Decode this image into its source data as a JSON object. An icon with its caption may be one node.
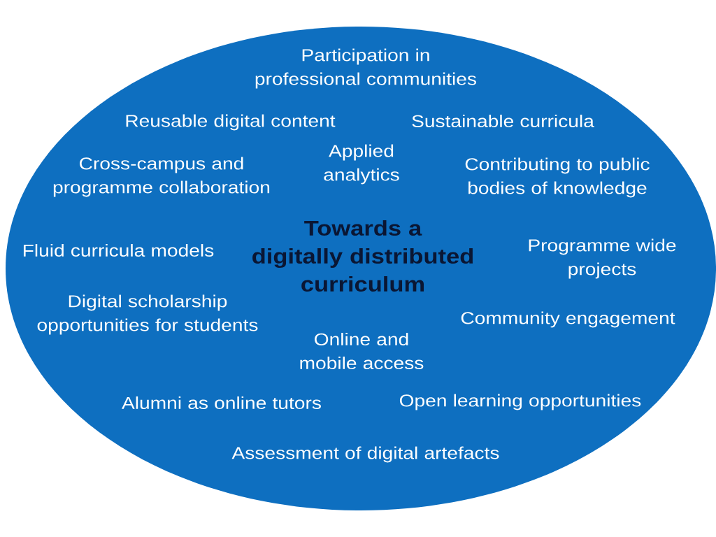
{
  "diagram": {
    "nodes": [
      {
        "text": [
          "Towards a digitally distributed curriculum",
          "Participation in professional communities",
          "Reusable digital content",
          "Sustainable curricula",
          "Applied analytics",
          "Cross-campus and programme collaboration",
          "Contributing to public bodies of knowledge",
          "Fluid curricula models",
          "Programme wide projects",
          "Digital scholarship opportunities for students",
          "Community engagement",
          "Online and mobile access",
          "Alumni as online tutors",
          "Open learning opportunities",
          "Assessment of digital artefacts"
        ]
      }
    ]
  }
}
